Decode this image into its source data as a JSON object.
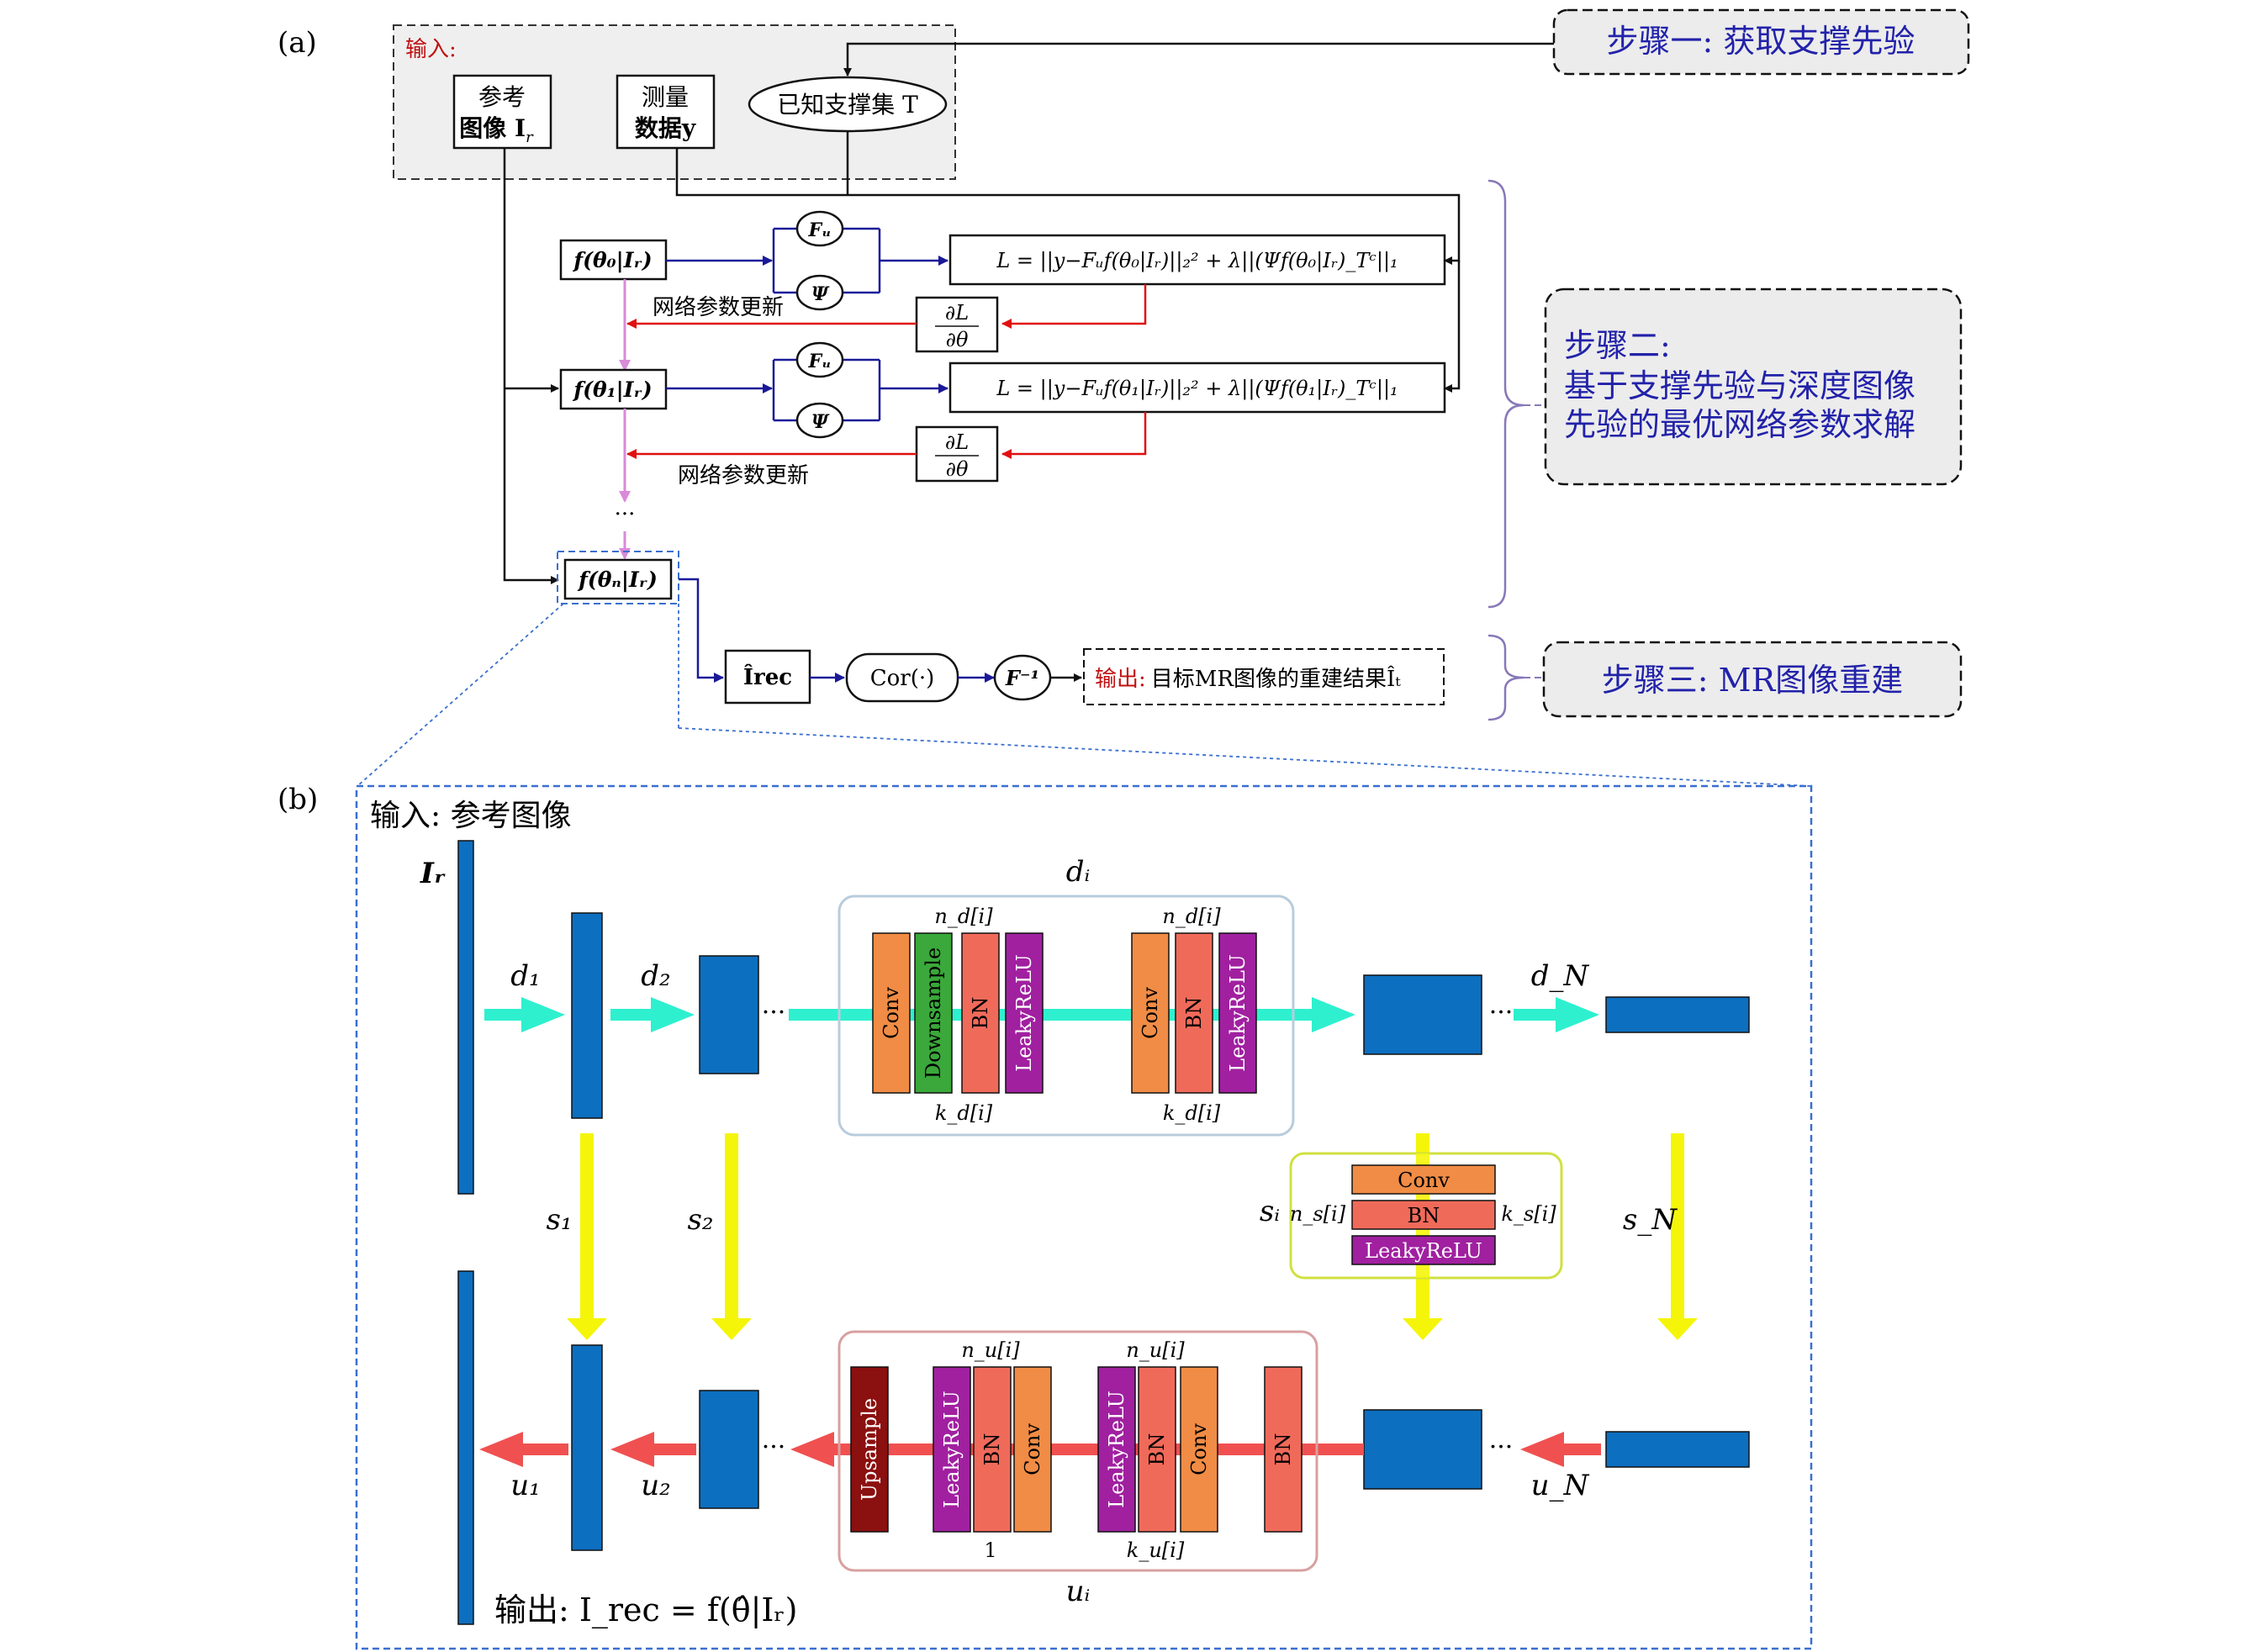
{
  "panel_a": {
    "label": "(a)",
    "input_title": "输入:",
    "ref_image": {
      "line1": "参考",
      "line2": "图像 I",
      "sub": "r"
    },
    "meas_data": {
      "line1": "测量",
      "line2": "数据y"
    },
    "support_set": "已知支撑集 T",
    "step1": "步骤一: 获取支撑先验",
    "step2": {
      "line1": "步骤二:",
      "line2": "基于支撑先验与深度图像",
      "line3": "先验的最优网络参数求解"
    },
    "step3": "步骤三: MR图像重建",
    "f_theta0": "f(θ₀|Iᵣ)",
    "f_theta1": "f(θ₁|Iᵣ)",
    "f_thetan": "f(θₙ|Iᵣ)",
    "Fu": "Fᵤ",
    "Psi": "Ψ",
    "loss0": "L = ||y−Fᵤf(θ₀|Iᵣ)||₂² + λ||(Ψf(θ₀|Iᵣ)_Tᶜ||₁",
    "loss1": "L = ||y−Fᵤf(θ₁|Iᵣ)||₂² + λ||(Ψf(θ₁|Iᵣ)_Tᶜ||₁",
    "grad_num": "∂L",
    "grad_den": "∂θ",
    "update": "网络参数更新",
    "dots": "···",
    "I_rec": "Îrec",
    "cor": "Cor(·)",
    "Finv": "F⁻¹",
    "output_label": "输出:",
    "output_text": "目标MR图像的重建结果Îₜ"
  },
  "panel_b": {
    "label": "(b)",
    "input_title": "输入: 参考图像",
    "Ir": "Iᵣ",
    "d1": "d₁",
    "d2": "d₂",
    "di": "dᵢ",
    "dN": "d_N",
    "s1": "s₁",
    "s2": "s₂",
    "si": "sᵢ",
    "sN": "s_N",
    "u1": "u₁",
    "u2": "u₂",
    "ui": "uᵢ",
    "uN": "u_N",
    "nd": "n_d[i]",
    "kd": "k_d[i]",
    "nu": "n_u[i]",
    "ku": "k_u[i]",
    "one": "1",
    "ns": "n_s[i]",
    "ks": "k_s[i]",
    "conv": "Conv",
    "down": "Downsample",
    "bn": "BN",
    "lrelu": "LeakyReLU",
    "up": "Upsample",
    "dots": "···",
    "output": "输出: I_rec = f(θ̂|Iᵣ)"
  },
  "colors": {
    "navy": "#1a1a99",
    "red": "#e01010",
    "pink": "#d98ad9",
    "teal": "#2ef0cf",
    "yellow": "#f5f50a",
    "salmon": "#f05050",
    "blue_block": "#0d6fbf",
    "conv": "#f08c45",
    "down": "#3aa83a",
    "bn": "#f06a5a",
    "lrelu": "#a020a0",
    "up": "#8b1010",
    "dashed_blue": "#3a6fd0",
    "step_text": "#2222aa"
  }
}
